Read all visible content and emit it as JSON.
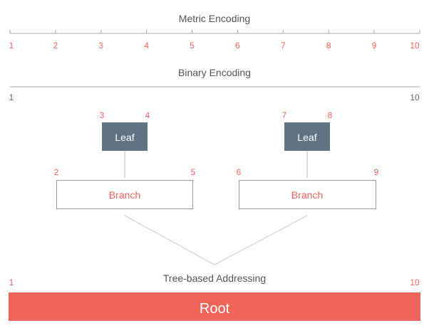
{
  "metric": {
    "title": "Metric Encoding",
    "ticks": [
      "1",
      "2",
      "3",
      "4",
      "5",
      "6",
      "7",
      "8",
      "9",
      "10"
    ]
  },
  "binary": {
    "title": "Binary Encoding",
    "start": "1",
    "end": "10"
  },
  "tree": {
    "leaves": [
      {
        "label": "Leaf",
        "left": "3",
        "right": "4"
      },
      {
        "label": "Leaf",
        "left": "7",
        "right": "8"
      }
    ],
    "branches": [
      {
        "label": "Branch",
        "left": "2",
        "right": "5"
      },
      {
        "label": "Branch",
        "left": "6",
        "right": "9"
      }
    ],
    "caption": "Tree-based Addressing",
    "root": {
      "label": "Root",
      "left": "1",
      "right": "10"
    }
  },
  "colors": {
    "accent": "#f0645a",
    "axis": "#aaaaaa",
    "axis_text": "#666666",
    "leaf_fill": "#5f7380",
    "leaf_text": "#ffffff",
    "root_fill": "#f0645a",
    "root_text": "#ffffff"
  }
}
